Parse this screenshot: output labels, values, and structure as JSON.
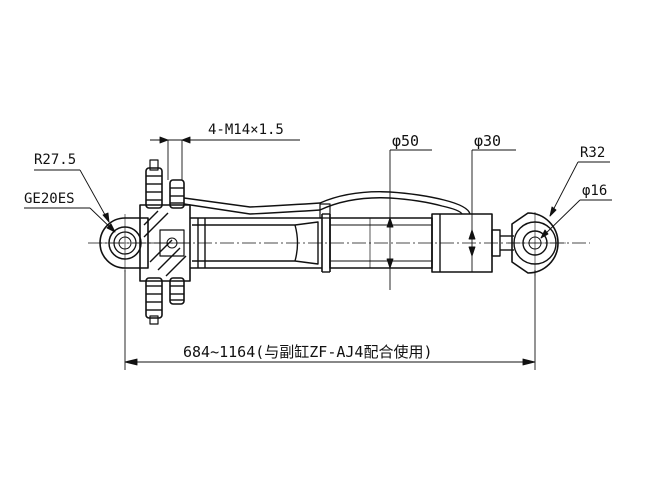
{
  "drawing": {
    "stroke_color": "#111111",
    "background": "#ffffff"
  },
  "labels": {
    "thread_spec": "4-M14×1.5",
    "left_eye_radius": "R27.5",
    "left_bearing": "GE20ES",
    "barrel_diameter": "φ50",
    "rod_diameter": "φ30",
    "right_eye_radius": "R32",
    "right_pin_diameter": "φ16",
    "overall_length": "684~1164(与副缸ZF-AJ4配合使用)"
  }
}
